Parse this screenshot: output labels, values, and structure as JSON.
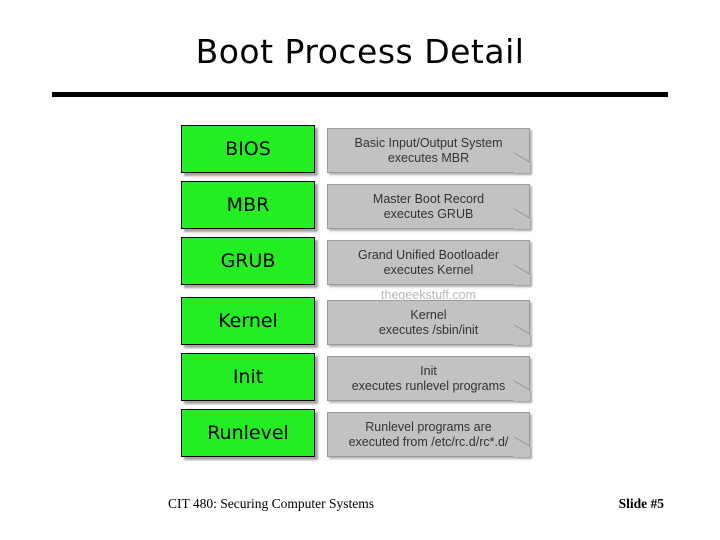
{
  "slide": {
    "title": "Boot Process Detail",
    "watermark": "thegeekstuff.com",
    "footer_left": "CIT 480: Securing Computer Systems",
    "footer_right": "Slide #5",
    "colors": {
      "stage_fill": "#22ee22",
      "desc_fill": "#c2c2c2",
      "text": "#000000",
      "watermark": "#b9b9b9"
    },
    "steps": [
      {
        "stage": "BIOS",
        "desc_line1": "Basic Input/Output System",
        "desc_line2": "executes MBR"
      },
      {
        "stage": "MBR",
        "desc_line1": "Master Boot Record",
        "desc_line2": "executes GRUB"
      },
      {
        "stage": "GRUB",
        "desc_line1": "Grand Unified Bootloader",
        "desc_line2": "executes Kernel"
      },
      {
        "stage": "Kernel",
        "desc_line1": "Kernel",
        "desc_line2": "executes /sbin/init"
      },
      {
        "stage": "Init",
        "desc_line1": "Init",
        "desc_line2": "executes runlevel programs"
      },
      {
        "stage": "Runlevel",
        "desc_line1": "Runlevel programs are",
        "desc_line2": "executed from /etc/rc.d/rc*.d/"
      }
    ]
  }
}
